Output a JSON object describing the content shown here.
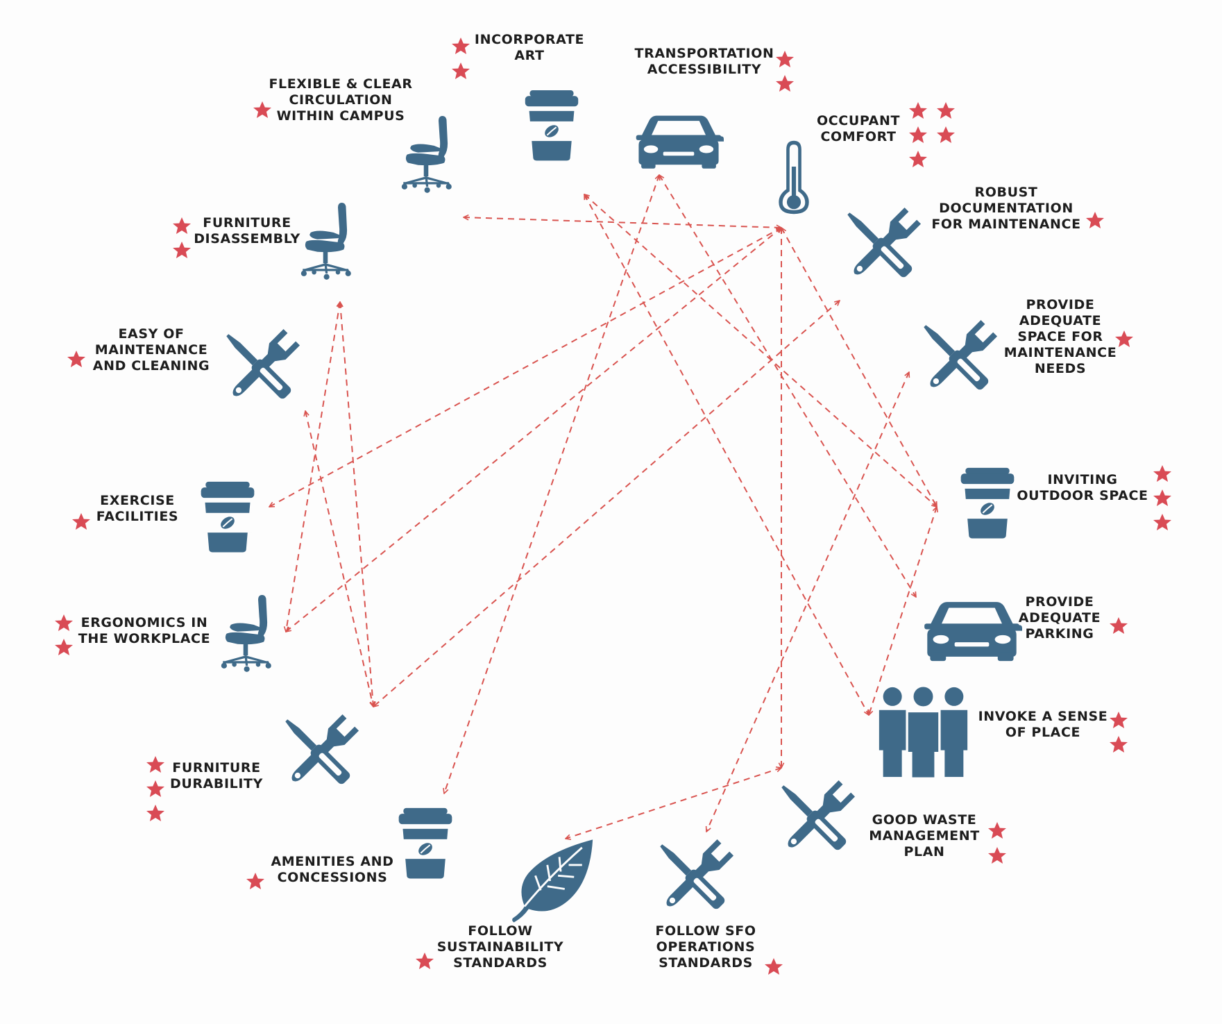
{
  "colors": {
    "icon": "#3f6a89",
    "star": "#d94b55",
    "connector": "#d9534f",
    "text": "#1d1d1d"
  },
  "nodes": [
    {
      "id": "incorporate-art",
      "icon": "coffee-cup-icon",
      "lines": [
        "INCORPORATE",
        "ART"
      ],
      "stars": 2
    },
    {
      "id": "transportation-accessibility",
      "icon": "car-icon",
      "lines": [
        "TRANSPORTATION",
        "ACCESSIBILITY"
      ],
      "stars": 2
    },
    {
      "id": "occupant-comfort",
      "icon": "thermometer-icon",
      "lines": [
        "OCCUPANT",
        "COMFORT"
      ],
      "stars": 5
    },
    {
      "id": "robust-documentation",
      "icon": "tools-icon",
      "lines": [
        "ROBUST",
        "DOCUMENTATION",
        "FOR MAINTENANCE"
      ],
      "stars": 1
    },
    {
      "id": "maintenance-space",
      "icon": "tools-icon",
      "lines": [
        "PROVIDE",
        "ADEQUATE",
        "SPACE FOR",
        "MAINTENANCE",
        "NEEDS"
      ],
      "stars": 1
    },
    {
      "id": "inviting-outdoor-space",
      "icon": "coffee-cup-icon",
      "lines": [
        "INVITING",
        "OUTDOOR SPACE"
      ],
      "stars": 3
    },
    {
      "id": "adequate-parking",
      "icon": "car-icon",
      "lines": [
        "PROVIDE",
        "ADEQUATE",
        "PARKING"
      ],
      "stars": 1
    },
    {
      "id": "sense-of-place",
      "icon": "people-icon",
      "lines": [
        "INVOKE A SENSE",
        "OF PLACE"
      ],
      "stars": 2
    },
    {
      "id": "waste-management",
      "icon": "tools-icon",
      "lines": [
        "GOOD WASTE",
        "MANAGEMENT",
        "PLAN"
      ],
      "stars": 2
    },
    {
      "id": "sfo-operations",
      "icon": "tools-icon",
      "lines": [
        "FOLLOW SFO",
        "OPERATIONS",
        "STANDARDS"
      ],
      "stars": 1
    },
    {
      "id": "sustainability",
      "icon": "leaf-icon",
      "lines": [
        "FOLLOW",
        "SUSTAINABILITY",
        "STANDARDS"
      ],
      "stars": 1
    },
    {
      "id": "amenities",
      "icon": "coffee-cup-icon",
      "lines": [
        "AMENITIES AND",
        "CONCESSIONS"
      ],
      "stars": 1
    },
    {
      "id": "furniture-durability",
      "icon": "tools-icon",
      "lines": [
        "FURNITURE",
        "DURABILITY"
      ],
      "stars": 3
    },
    {
      "id": "ergonomics",
      "icon": "office-chair-icon",
      "lines": [
        "ERGONOMICS IN",
        "THE WORKPLACE"
      ],
      "stars": 2
    },
    {
      "id": "exercise",
      "icon": "coffee-cup-icon",
      "lines": [
        "EXERCISE",
        "FACILITIES"
      ],
      "stars": 1
    },
    {
      "id": "easy-maintenance",
      "icon": "tools-icon",
      "lines": [
        "EASY OF",
        "MAINTENANCE",
        "AND CLEANING"
      ],
      "stars": 1
    },
    {
      "id": "furniture-disassembly",
      "icon": "office-chair-icon",
      "lines": [
        "FURNITURE",
        "DISASSEMBLY"
      ],
      "stars": 2
    },
    {
      "id": "flexible-circulation",
      "icon": "office-chair-icon",
      "lines": [
        "FLEXIBLE & CLEAR",
        "CIRCULATION",
        "WITHIN CAMPUS"
      ],
      "stars": 1
    }
  ],
  "connections": [
    [
      "flexible-circulation",
      "occupant-comfort"
    ],
    [
      "exercise",
      "occupant-comfort"
    ],
    [
      "ergonomics",
      "occupant-comfort"
    ],
    [
      "occupant-comfort",
      "inviting-outdoor-space"
    ],
    [
      "occupant-comfort",
      "waste-management"
    ],
    [
      "incorporate-art",
      "inviting-outdoor-space"
    ],
    [
      "incorporate-art",
      "sense-of-place"
    ],
    [
      "transportation-accessibility",
      "amenities"
    ],
    [
      "transportation-accessibility",
      "adequate-parking"
    ],
    [
      "furniture-disassembly",
      "furniture-durability"
    ],
    [
      "easy-maintenance",
      "furniture-durability"
    ],
    [
      "furniture-disassembly",
      "ergonomics"
    ],
    [
      "robust-documentation",
      "furniture-durability"
    ],
    [
      "maintenance-space",
      "sfo-operations"
    ],
    [
      "inviting-outdoor-space",
      "sense-of-place"
    ],
    [
      "waste-management",
      "sustainability"
    ]
  ]
}
